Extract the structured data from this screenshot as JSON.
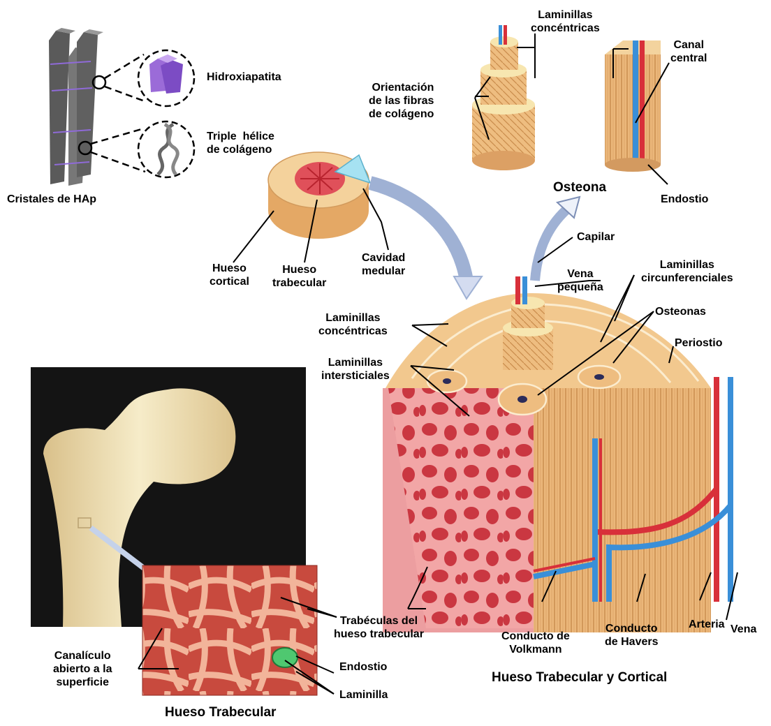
{
  "labels": {
    "hidroxiapatita": "Hidroxiapatita",
    "triple_helice": "Triple  hélice\nde colágeno",
    "cristales_hap": "Cristales de HAp",
    "laminillas_concentricas_top": "Laminillas\nconcéntricas",
    "orientacion_fibras": "Orientación\nde las fibras\nde colágeno",
    "canal_central": "Canal\ncentral",
    "osteona": "Osteona",
    "endostio_top": "Endostio",
    "capilar": "Capilar",
    "vena_pequena": "Vena\npequeña",
    "hueso_cortical": "Hueso\ncortical",
    "hueso_trabecular_lbl": "Hueso\ntrabecular",
    "cavidad_medular": "Cavidad\nmedular",
    "laminillas_circunferenciales": "Laminillas\ncircunferenciales",
    "osteonas": "Osteonas",
    "periostio": "Periostio",
    "laminillas_concentricas_mid": "Laminillas\nconcéntricas",
    "laminillas_intersticiales": "Laminillas\nintersticiales",
    "trabeculas": "Trabéculas del\nhueso trabecular",
    "canaliculo": "Canalículo\nabierto a la\nsuperficie",
    "endostio_bottom": "Endostio",
    "laminilla": "Laminilla",
    "conducto_volkmann": "Conducto de\nVolkmann",
    "conducto_havers": "Conducto\nde Havers",
    "arteria": "Arteria",
    "vena": "Vena",
    "title_cortical": "Hueso Trabecular y Cortical",
    "title_trabecular": "Hueso Trabecular"
  },
  "colors": {
    "bone": "#e9b978",
    "bone_dark": "#c8894a",
    "marrow": "#e0505a",
    "trabecular_pink": "#f08b8e",
    "artery": "#d8303a",
    "vein": "#3a8fd8",
    "photo_bg": "#141414",
    "crystal_grey": "#6c6c6c",
    "hap_purple": "#9b6bd8"
  }
}
